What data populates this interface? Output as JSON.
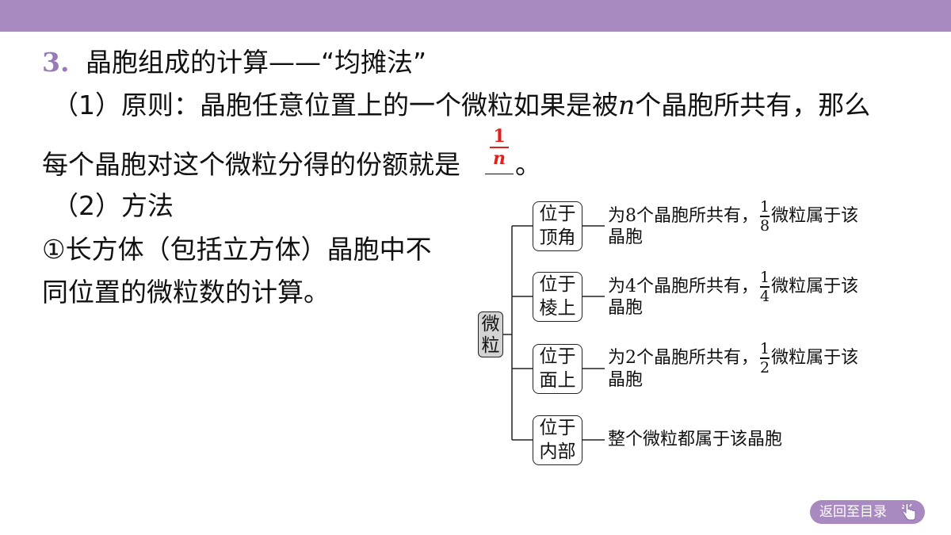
{
  "heading": {
    "number": "3.",
    "title": "晶胞组成的计算——“均摊法”"
  },
  "principle": {
    "line1_prefix": "（1）原则：晶胞任意位置上的一个微粒如果是被",
    "line1_var": "n",
    "line1_suffix": "个晶胞所共有，那么",
    "line2_prefix": "每个晶胞对这个微粒分得的份额就是",
    "answer_num": "1",
    "answer_den": "n",
    "line2_suffix": "。"
  },
  "method": {
    "label": "（2）方法",
    "item1_line1": "①长方体（包括立方体）晶胞中不",
    "item1_line2": "同位置的微粒数的计算。"
  },
  "diagram": {
    "root": "微粒",
    "branches": [
      {
        "box": [
          "位于",
          "顶角"
        ],
        "desc_prefix": "为8个晶胞所共有，",
        "frac_num": "1",
        "frac_den": "8",
        "desc_suffix": "微粒属于该",
        "desc_line2": "晶胞"
      },
      {
        "box": [
          "位于",
          "棱上"
        ],
        "desc_prefix": "为4个晶胞所共有，",
        "frac_num": "1",
        "frac_den": "4",
        "desc_suffix": "微粒属于该",
        "desc_line2": "晶胞"
      },
      {
        "box": [
          "位于",
          "面上"
        ],
        "desc_prefix": "为2个晶胞所共有，",
        "frac_num": "1",
        "frac_den": "2",
        "desc_suffix": "微粒属于该",
        "desc_line2": "晶胞"
      },
      {
        "box": [
          "位于",
          "内部"
        ],
        "desc_prefix": "整个微粒都属于该晶胞",
        "frac_num": "",
        "frac_den": "",
        "desc_suffix": "",
        "desc_line2": ""
      }
    ]
  },
  "nav": {
    "back_label": "返回至目录"
  },
  "colors": {
    "topbar": "#a88ac0",
    "accent_number": "#9a7ab5",
    "answer": "#e0201c",
    "root_fill": "#d3d3d3"
  }
}
